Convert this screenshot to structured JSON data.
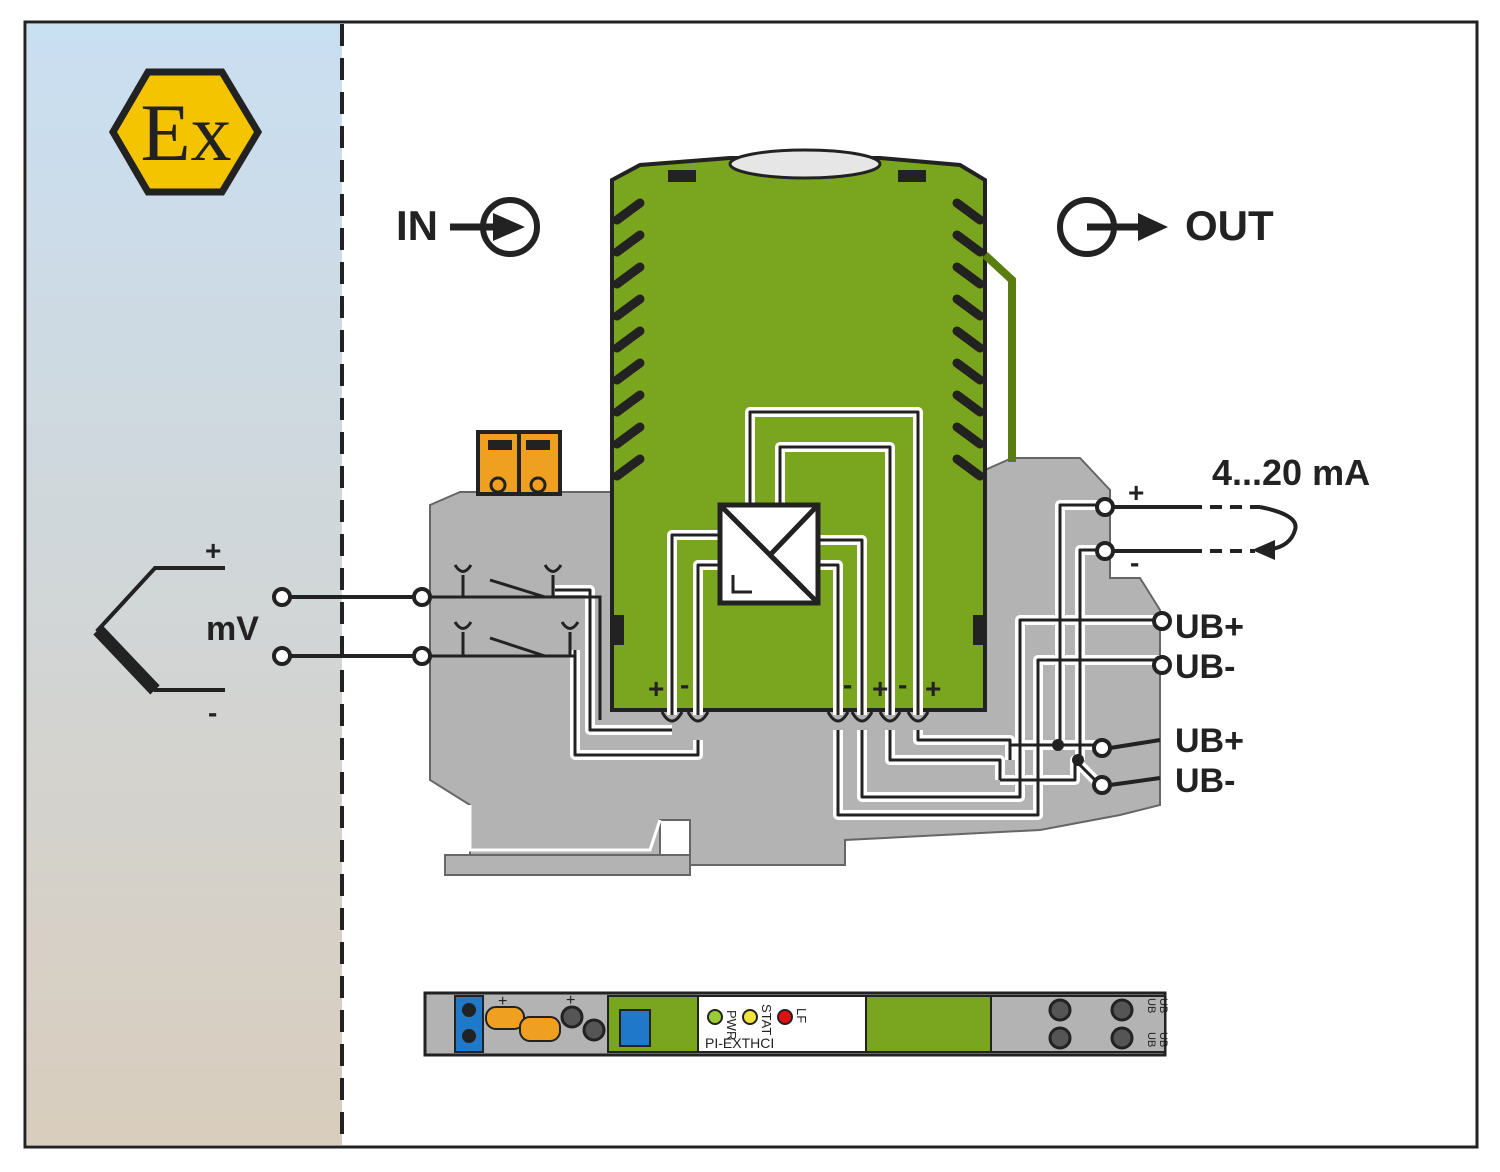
{
  "hazard_badge": {
    "text": "Ex",
    "color": "#f5c400"
  },
  "flow": {
    "input_label": "IN",
    "output_label": "OUT"
  },
  "sensor": {
    "label": "mV",
    "plus": "+",
    "minus": "-"
  },
  "module_terminals": {
    "input_pair": [
      "+",
      "-"
    ],
    "output_pair": [
      "-",
      "+",
      "-",
      "+"
    ]
  },
  "output_signal": {
    "label": "4...20 mA",
    "plus": "+",
    "minus": "-"
  },
  "supply_terminals": [
    "UB+",
    "UB-",
    "UB+",
    "UB-"
  ],
  "front_panel": {
    "leds": [
      {
        "label": "PWR",
        "color": "#9acd32"
      },
      {
        "label": "STAT",
        "color": "#f2e33a"
      },
      {
        "label": "LF",
        "color": "#e01010"
      }
    ],
    "product_name": "PI-EXTHCI",
    "terminal_marks": [
      "+",
      "+"
    ],
    "ub_marks": [
      "UB",
      "UB",
      "UB",
      "UB"
    ]
  },
  "colors": {
    "hazard_zone_top": "#c9dff2",
    "hazard_zone_bottom": "#d9cdbd",
    "module_green": "#7aa51f",
    "housing_gray": "#b3b3b3",
    "connector_orange": "#f0a020"
  }
}
